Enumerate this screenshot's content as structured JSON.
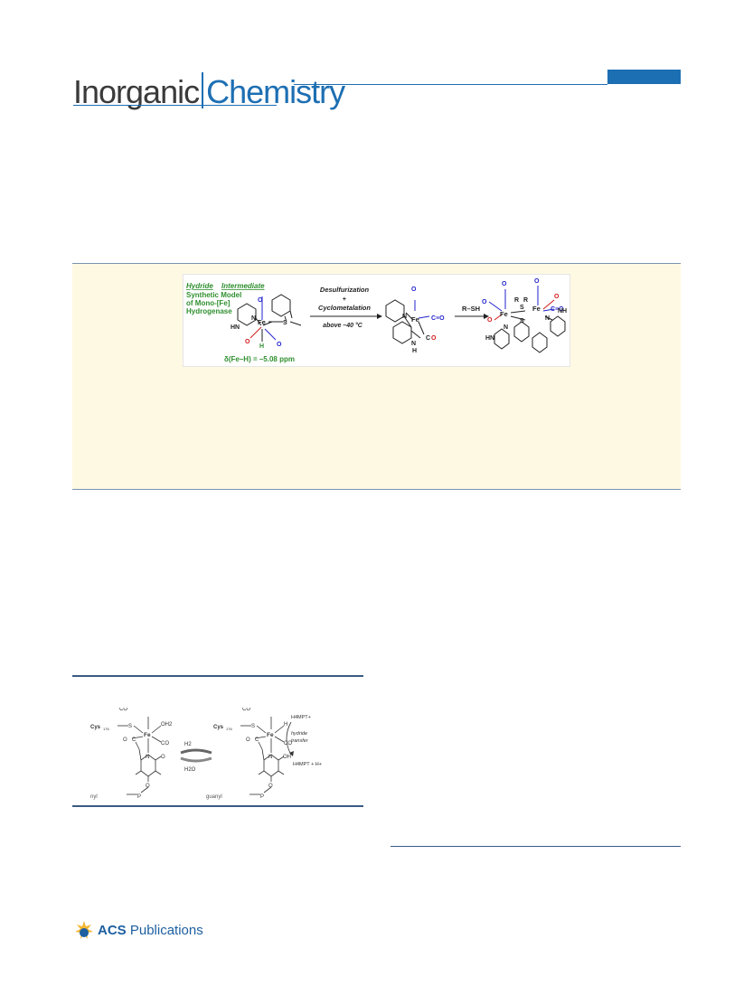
{
  "journal": {
    "word1": "Inorganic",
    "word2": "Chemistry"
  },
  "toc_graphic": {
    "title_line1": "Hydride",
    "title_line1b": "Intermediate",
    "title_line2": "Synthetic Model",
    "title_line3": "of Mono-[Fe]",
    "title_line4": "Hydrogenase",
    "shift": "δ(Fe–H) = –5.08 ppm",
    "arrow1_top": "Desulfurization",
    "arrow1_plus": "+",
    "arrow1_bottom": "Cyclometalation",
    "arrow1_cond": "above –40 °C",
    "arrow2": "R–SH",
    "labels": {
      "fe": "Fe",
      "n": "N",
      "hn": "HN",
      "nh": "NH",
      "h": "H",
      "s": "S",
      "r": "R",
      "co": "C≡O",
      "o": "O",
      "c": "C",
      "nh_under": "H"
    }
  },
  "figure1": {
    "cys": "Cys",
    "cys_sub": "176",
    "s": "S",
    "fe": "Fe",
    "co": "CO",
    "oh2": "OH2",
    "h": "H",
    "h2": "H2",
    "h2o": "H2O",
    "n": "N",
    "o": "O",
    "oh": "OH",
    "c": "C",
    "p": "P",
    "guanyl_left": "guanyl",
    "guanyl_right": "guanyl",
    "h4mpt_plus": "H4MPT+",
    "hydride": "hydride",
    "transfer": "transfer",
    "h4mpt_h": "H4MPT + H+"
  },
  "publisher": {
    "acs": "ACS",
    "pubs": "Publications"
  },
  "colors": {
    "journal_blue": "#1d6fb3",
    "green": "#2f8f2f",
    "blue_ligand": "#2222cc",
    "red_ligand": "#d01818",
    "abstract_bg": "#fdf9e3"
  }
}
